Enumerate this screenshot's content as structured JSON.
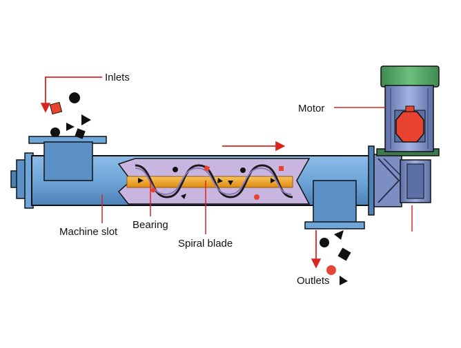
{
  "labels": {
    "inlets": "Inlets",
    "motor": "Motor",
    "machine_slot": "Machine slot",
    "bearing": "Bearing",
    "spiral_blade": "Spiral blade",
    "outlets": "Outlets"
  },
  "colors": {
    "body_blue": "#6fa6d9",
    "body_dark": "#3f6f9e",
    "motor_green": "#5aa86a",
    "motor_blue": "#7d8fc2",
    "chamber_purple": "#c9b6e0",
    "shaft_orange": "#f0a22a",
    "arrow_red": "#d8251f",
    "particle_red": "#e8432e",
    "particle_black": "#111111"
  },
  "icons": [
    "particle-circle",
    "particle-square",
    "particle-triangle",
    "flow-arrow"
  ]
}
